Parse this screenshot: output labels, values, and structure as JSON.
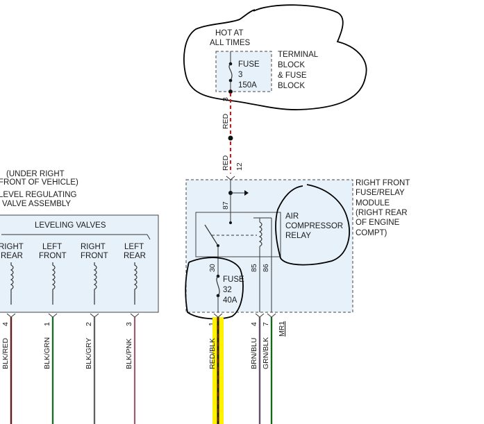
{
  "hot_label": [
    "HOT AT",
    "ALL TIMES"
  ],
  "terminal_block": {
    "label": [
      "TERMINAL",
      "BLOCK",
      "& FUSE",
      "BLOCK"
    ],
    "fuse": [
      "FUSE",
      "3",
      "150A"
    ],
    "out_pin": "3"
  },
  "red_wire": {
    "upper_label": "RED",
    "lower_label": "RED",
    "pin": "12"
  },
  "module": {
    "label": [
      "RIGHT FRONT",
      "FUSE/RELAY",
      "MODULE",
      "(RIGHT REAR",
      "OF ENGINE",
      "COMPT)"
    ],
    "relay_pin_top": "87",
    "relay_label": [
      "AIR",
      "COMPRESSOR",
      "RELAY"
    ],
    "pin_30": "30",
    "pin_85": "85",
    "pin_86": "86",
    "fuse": [
      "FUSE",
      "32",
      "40A"
    ]
  },
  "bottom_connector": {
    "pins": [
      "1",
      "4",
      "7"
    ],
    "wires": [
      "RED/BLK",
      "BRN/BLU",
      "GRN/BLK"
    ],
    "ref": "MR1"
  },
  "valve_assembly": {
    "location": [
      "(UNDER RIGHT",
      "FRONT OF VEHICLE)"
    ],
    "label": [
      "LEVEL REGULATING",
      "VALVE ASSEMBLY"
    ],
    "group_label": "LEVELING VALVES",
    "columns": [
      {
        "line1": "RIGHT",
        "line2": "REAR",
        "pin": "4",
        "wire": "BLK/RED"
      },
      {
        "line1": "LEFT",
        "line2": "FRONT",
        "pin": "1",
        "wire": "BLK/GRN"
      },
      {
        "line1": "RIGHT",
        "line2": "FRONT",
        "pin": "2",
        "wire": "BLK/GRY"
      },
      {
        "line1": "LEFT",
        "line2": "REAR",
        "pin": "3",
        "wire": "BLK/PNK"
      }
    ]
  }
}
